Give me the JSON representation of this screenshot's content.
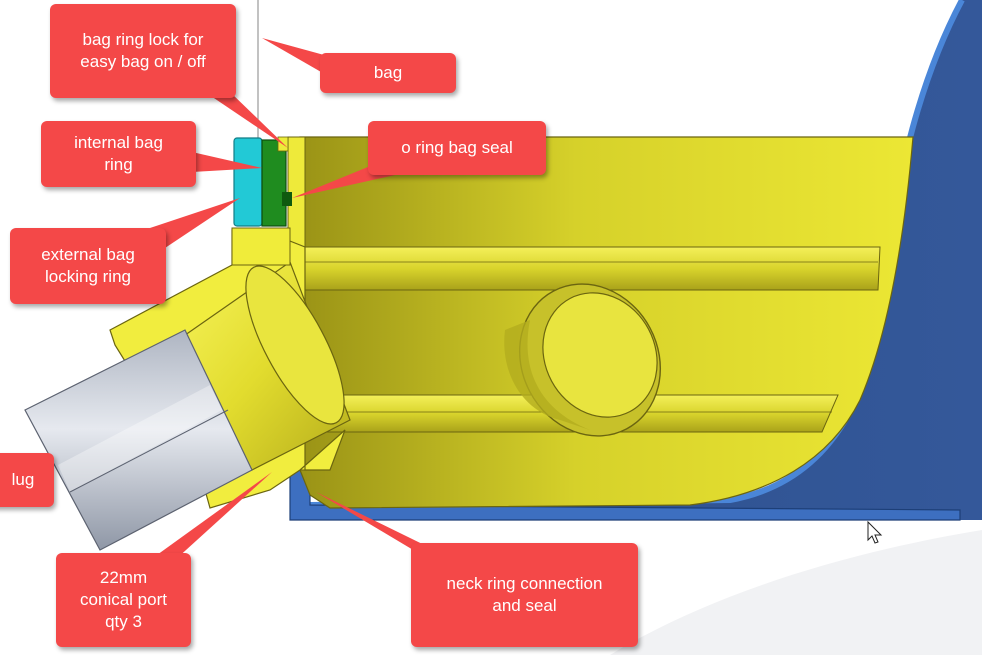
{
  "callouts": {
    "bag_ring_lock": "bag ring lock for\neasy bag on / off",
    "bag": "bag",
    "internal_bag_ring": "internal bag\nring",
    "o_ring_bag_seal": "o ring bag seal",
    "external_bag_locking_ring": "external bag\nlocking ring",
    "plug": "lug",
    "conical_port": "22mm\nconical port\nqty 3",
    "neck_ring": "neck ring connection\nand seal"
  },
  "colors": {
    "callout": "#f44848",
    "body_yellow": "#e6e32c",
    "bag_blue": "#2f5592",
    "bag_edge_blue": "#3f78c8",
    "internal_ring_cyan": "#22c9d6",
    "lock_green": "#1e8a1e",
    "plug_grey": "#c8ccd4"
  }
}
